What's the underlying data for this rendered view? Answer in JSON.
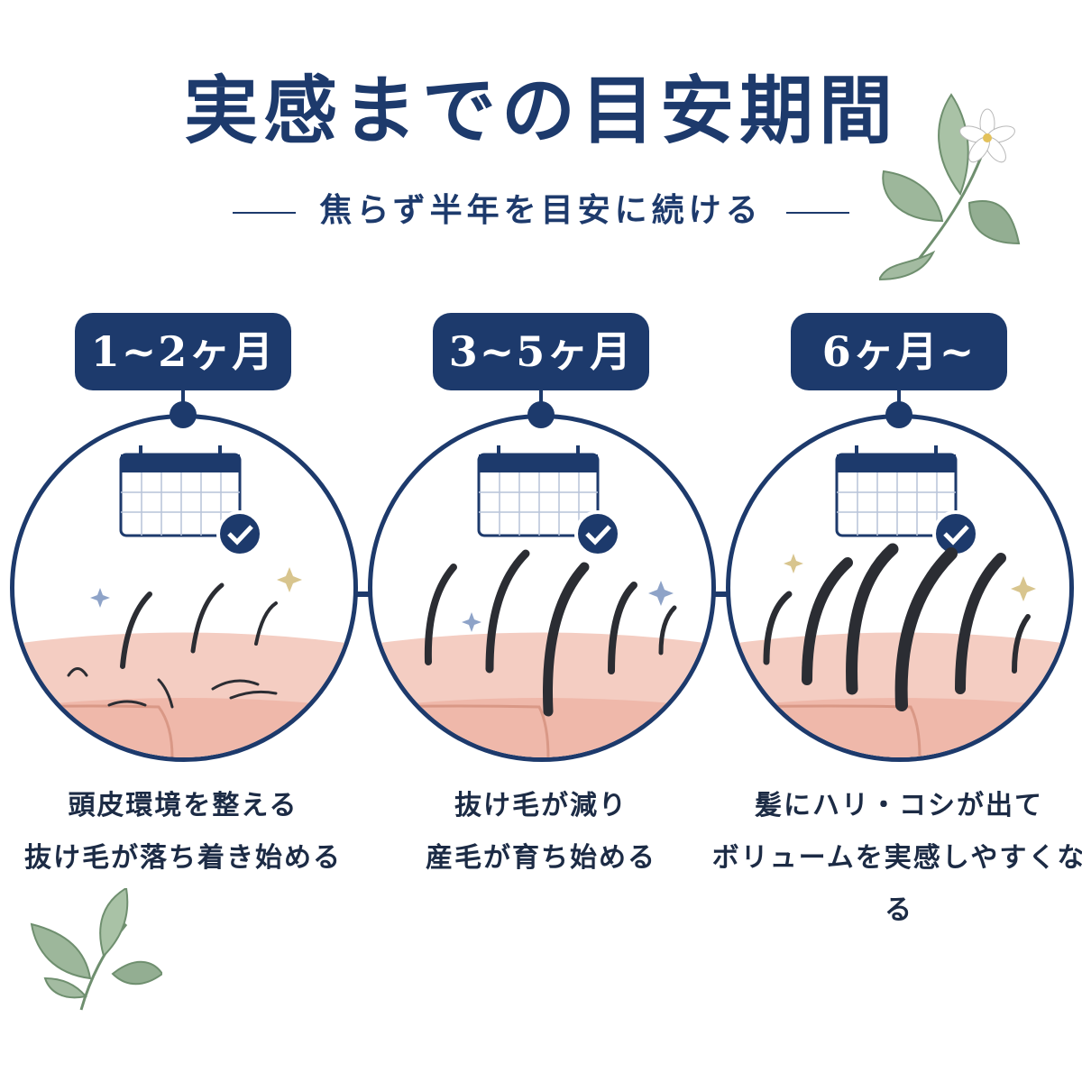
{
  "title": "実感までの目安期間",
  "subtitle": "焦らず半年を目安に続ける",
  "colors": {
    "navy": "#1d3a6c",
    "skin": "#f4c9bd",
    "hair": "#2b2d33",
    "leaf": "#8aa68a"
  },
  "stages": [
    {
      "label": "1~2ヶ月",
      "line1": "頭皮環境を整える",
      "line2": "抜け毛が落ち着き始める"
    },
    {
      "label": "3~5ヶ月",
      "line1": "抜け毛が減り",
      "line2": "産毛が育ち始める"
    },
    {
      "label": "6ヶ月~",
      "line1": "髪にハリ・コシが出て",
      "line2": "ボリュームを実感しやすくなる"
    }
  ]
}
